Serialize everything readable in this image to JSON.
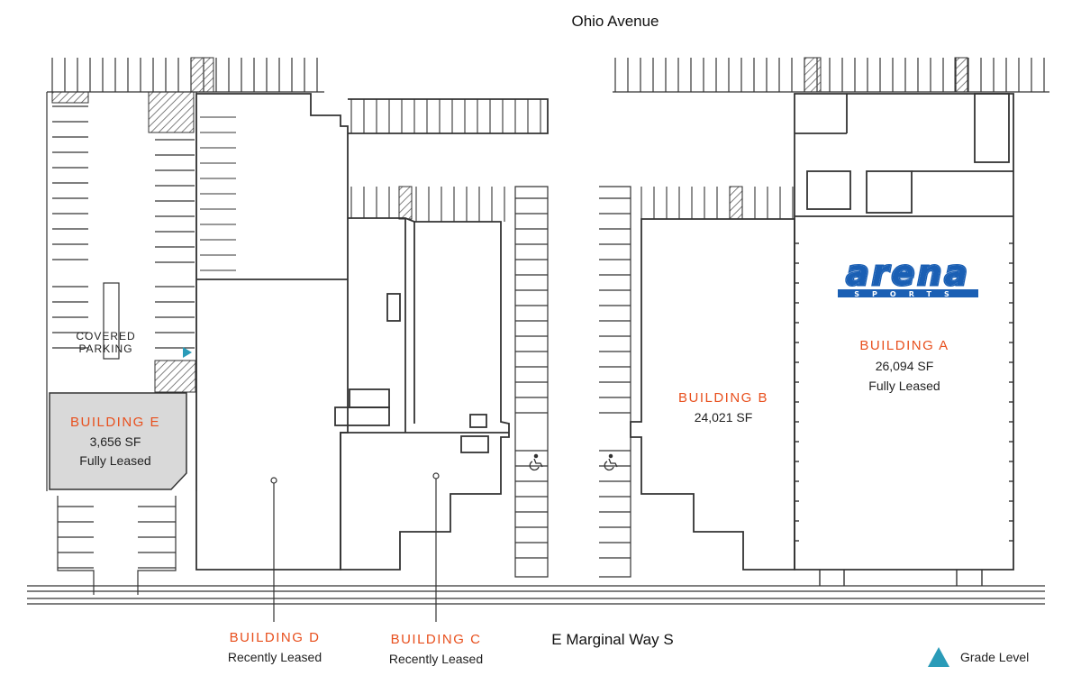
{
  "streets": {
    "north": "Ohio Avenue",
    "south": "E Marginal Way S"
  },
  "buildings": {
    "a": {
      "name": "BUILDING A",
      "size": "26,094 SF",
      "status": "Fully Leased"
    },
    "b": {
      "name": "BUILDING B",
      "size": "24,021 SF",
      "status": ""
    },
    "c": {
      "name": "BUILDING C",
      "status": "Recently Leased"
    },
    "d": {
      "name": "BUILDING D",
      "status": "Recently Leased"
    },
    "e": {
      "name": "BUILDING E",
      "size": "3,656 SF",
      "status": "Fully Leased"
    }
  },
  "covered_parking": {
    "line1": "COVERED",
    "line2": "PARKING"
  },
  "tenant_logo": {
    "word": "arena",
    "sub": "SPORTS",
    "icon": "arena-sports-logo"
  },
  "legend": {
    "label": "Grade Level",
    "icon": "grade-level-triangle-icon"
  },
  "accessibility_icons": [
    "wheelchair-icon",
    "wheelchair-icon"
  ],
  "colors": {
    "building_label": "#e8501e",
    "wall": "#333333",
    "highlight_fill": "#d9d9d9",
    "grade_marker": "#2a9bb8",
    "logo_blue": "#1a5fb4",
    "hatch": "#555555"
  }
}
